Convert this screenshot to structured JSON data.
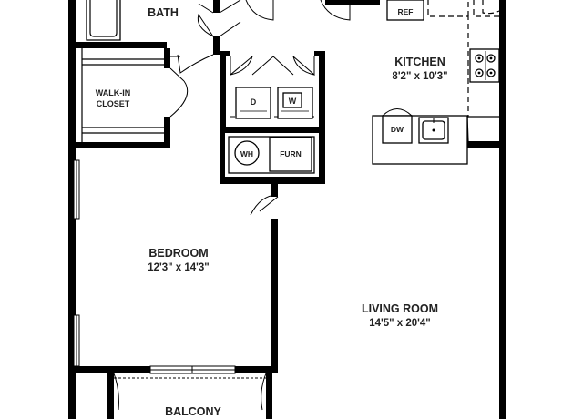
{
  "colors": {
    "wall": "#000000",
    "background": "#ffffff",
    "text": "#222222"
  },
  "rooms": {
    "bath": {
      "name": "BATH"
    },
    "kitchen": {
      "name": "KITCHEN",
      "size": "8'2\" x 10'3\""
    },
    "walk_in_closet": {
      "line1": "WALK-IN",
      "line2": "CLOSET"
    },
    "bedroom": {
      "name": "BEDROOM",
      "size": "12'3\" x 14'3\""
    },
    "living_room": {
      "name": "LIVING ROOM",
      "size": "14'5\" x 20'4\""
    },
    "balcony": {
      "name": "BALCONY"
    }
  },
  "fixtures": {
    "refrigerator": "REF",
    "dishwasher": "DW",
    "dryer": "D",
    "washer": "W",
    "water_heater": "WH",
    "furnace": "FURN"
  }
}
